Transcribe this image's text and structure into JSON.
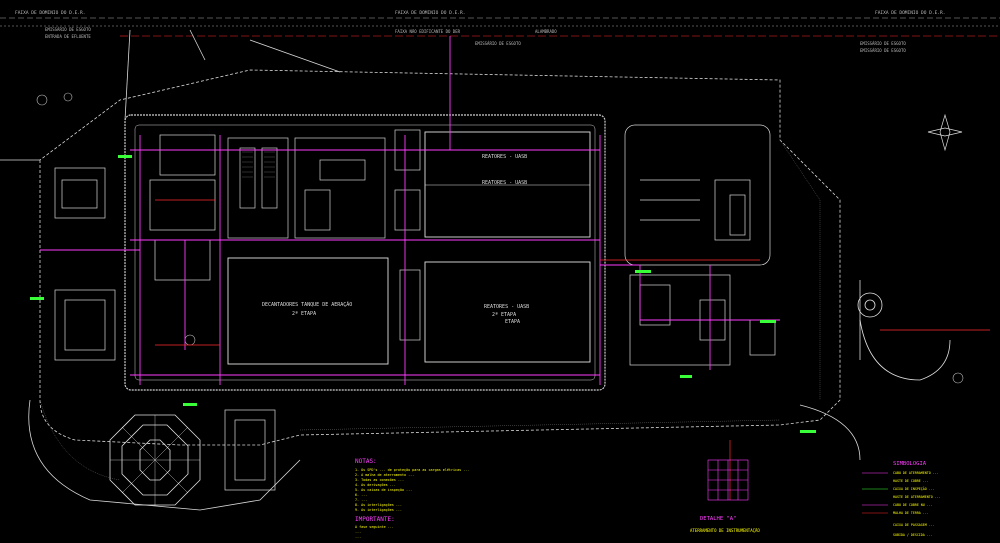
{
  "top_labels": [
    "FAIXA DE DOMINIO DO D.E.R.",
    "FAIXA DE DOMINIO DO D.E.R.",
    "FAIXA DE DOMINIO DO D.E.R."
  ],
  "road_labels": {
    "top_center": "FAIXA NÃO EDIFICANTE DO DER",
    "top_right": "ALAMBRADO",
    "left_upper": "EMISSÁRIO DE ESGOTO",
    "left_upper_2": "ENTRADA DE EFLUENTE",
    "mid_upper": "EMISSÁRIO DE ESGOTO",
    "right_upper": "EMISSÁRIO DE ESGOTO",
    "right_upper_2": "EMISSÁRIO DE ESGOTO"
  },
  "tanks": {
    "reatores_top": "REATORES - UASB",
    "reatores_top_2": "REATORES - UASB",
    "decantadores": "DECANTADORES TANQUE DE AERAÇÃO",
    "etapa_left": "2ª  ETAPA",
    "reatores_bottom": "REATORES - UASB",
    "etapa_right_1": "2ª  ETAPA",
    "etapa_right_2": "ETAPA"
  },
  "notas": {
    "title": "NOTAS:",
    "lines": [
      "1. Os SPD's ... de proteção para as cargas elétricas ...",
      "2. A malha de aterramento ...",
      "3. Todas as conexões ...",
      "4. As derivações ...",
      "5. As caixas de inspeção ...",
      "6. ...",
      "7. ...",
      "8. As interligações ...",
      "9. As interligações ..."
    ]
  },
  "importante": {
    "title": "IMPORTANTE:",
    "lines": [
      "A fase seguinte ...",
      "...",
      "..."
    ]
  },
  "detalhe": {
    "title": "DETALHE \"A\"",
    "subtitle": "ATERRAMENTO DE INSTRUMENTAÇÃO"
  },
  "simbologia": {
    "title": "SIMBOLOGIA",
    "items": [
      "CABO DE ATERRAMENTO ...",
      "HASTE DE COBRE ...",
      "CAIXA DE INSPEÇÃO ...",
      "HASTE DE ATERRAMENTO ...",
      "CABO DE COBRE NU ...",
      "MALHA DE TERRA ...",
      "CAIXA DE PASSAGEM ...",
      "SUBIDA / DESCIDA ..."
    ]
  },
  "colors": {
    "background": "#000000",
    "lines": "#d8d8d8",
    "grounding": "#ff3cff",
    "annotation": "#ffff00",
    "boundary": "#ff2a2a",
    "accent_green": "#39ff39",
    "accent_cyan": "#00e5ff"
  }
}
